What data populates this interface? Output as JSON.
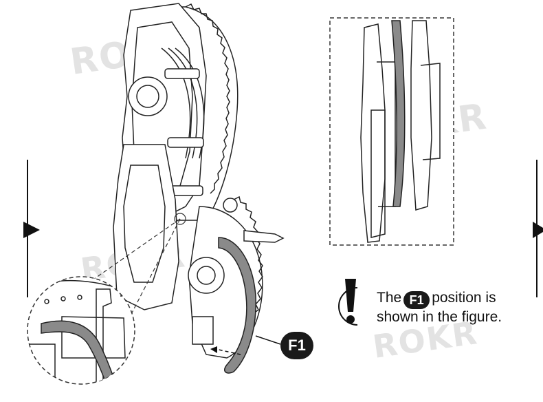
{
  "watermark": "ROKR",
  "callout": {
    "badge": "F1"
  },
  "note": {
    "pre": "The",
    "badge": "F1",
    "post_line1": "position is",
    "line2": "shown in the figure."
  },
  "icons": [
    "exclamation-icon",
    "left-arrow-icon",
    "right-arrow-icon"
  ],
  "colors": {
    "ink": "#1a1a1a",
    "highlight": "#808080",
    "watermark": "#e3e3e3"
  }
}
